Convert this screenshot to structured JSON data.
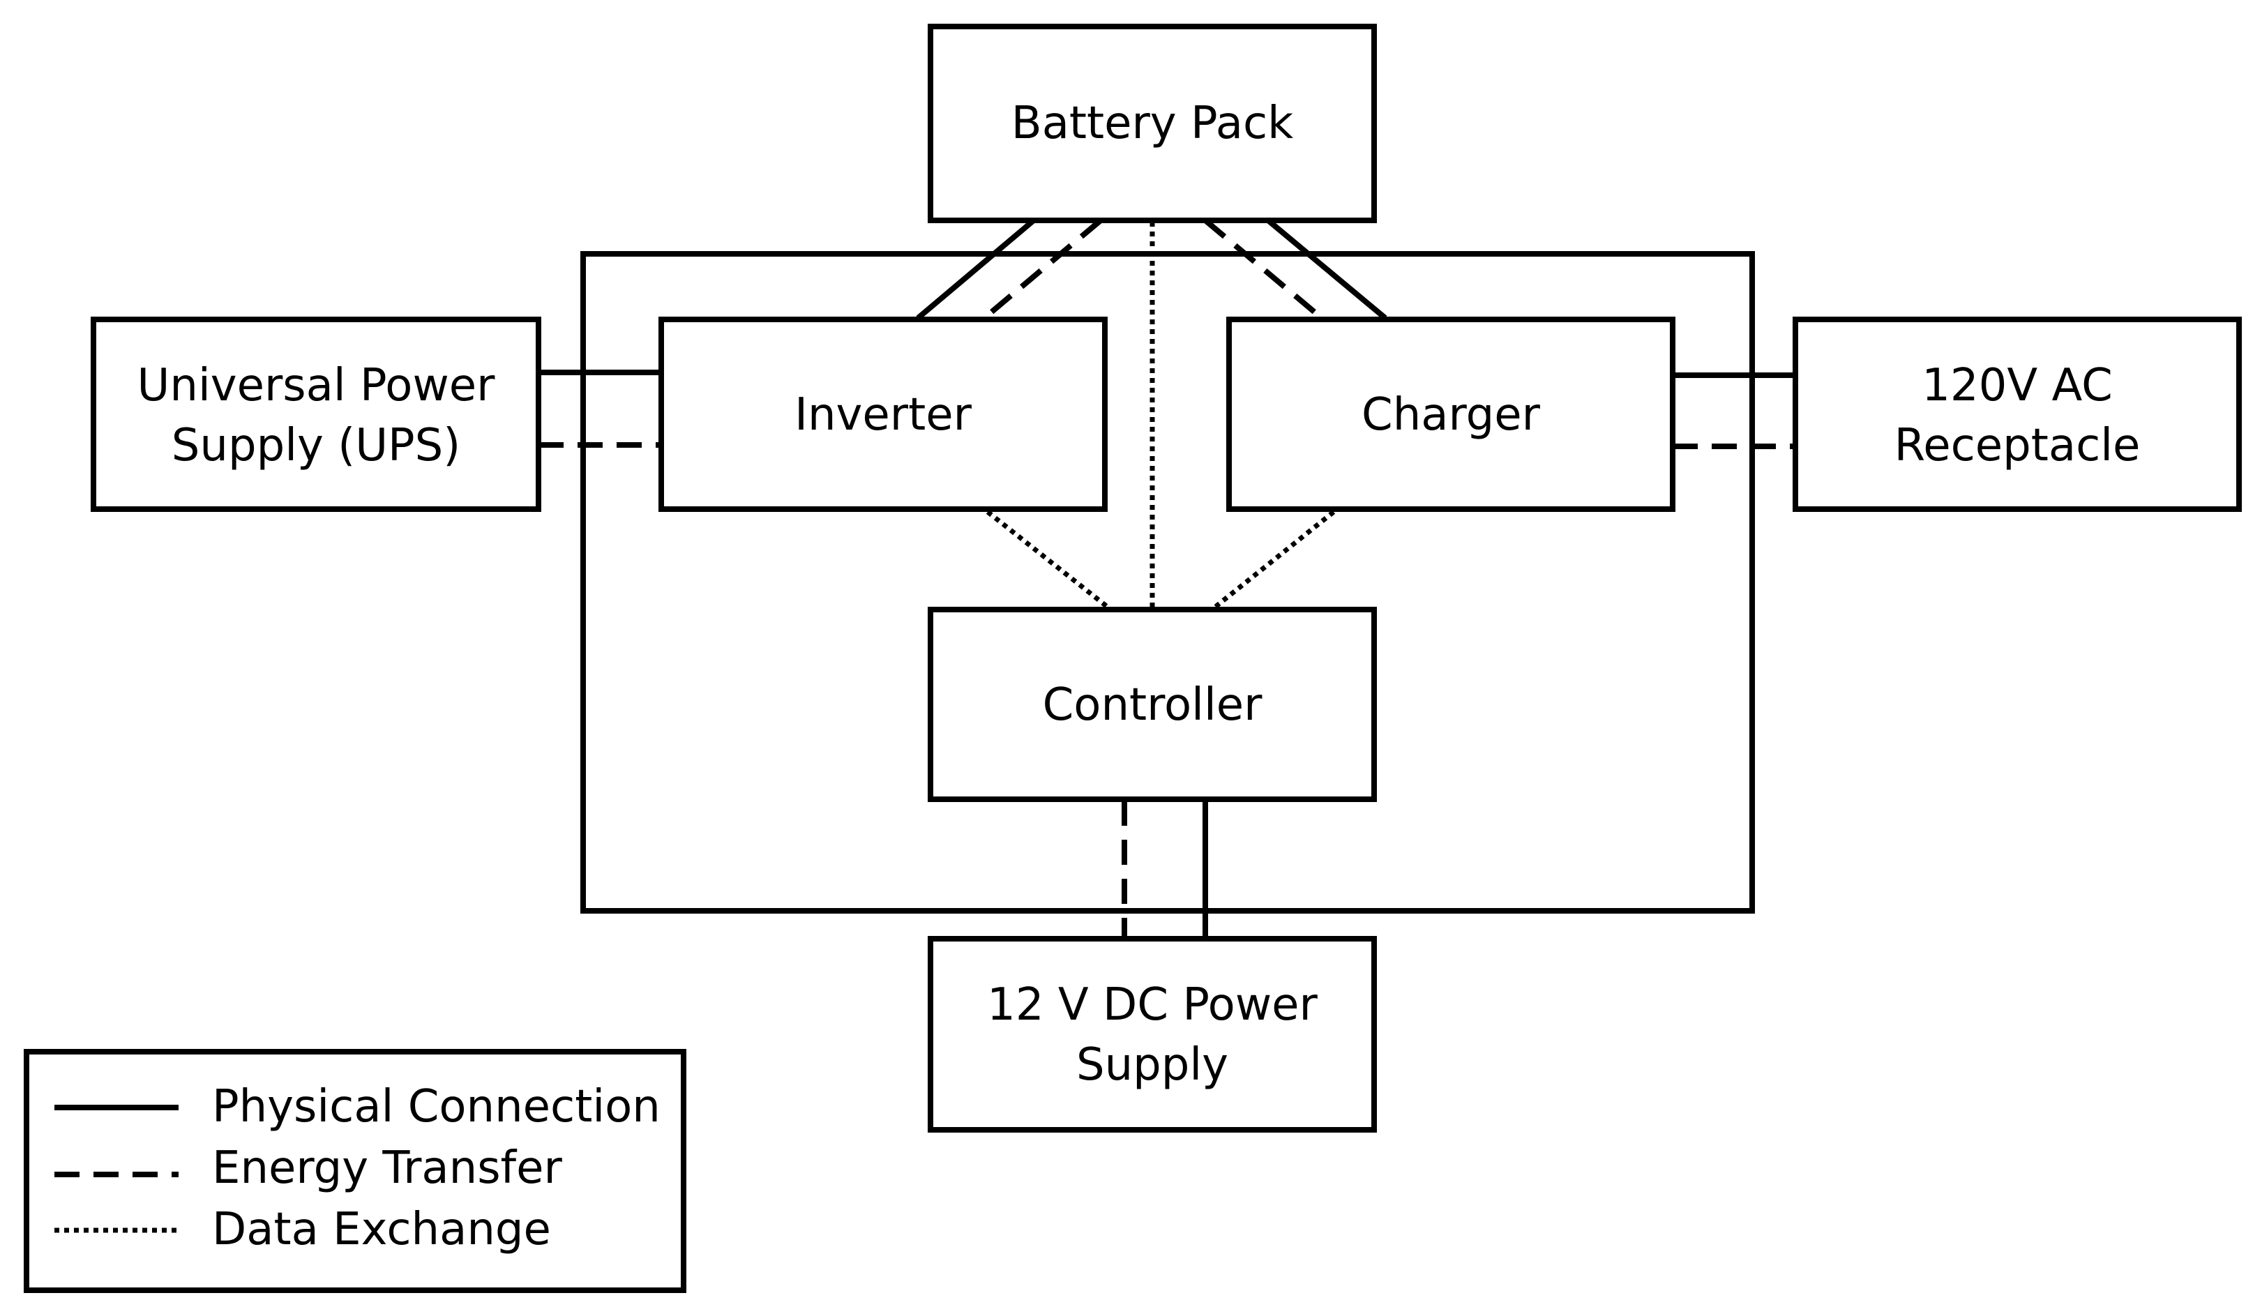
{
  "nodes": {
    "battery_pack": "Battery Pack",
    "ups_line1": "Universal Power",
    "ups_line2": "Supply (UPS)",
    "inverter": "Inverter",
    "charger": "Charger",
    "receptacle_line1": "120V AC",
    "receptacle_line2": "Receptacle",
    "controller": "Controller",
    "dc_supply_line1": "12 V DC Power",
    "dc_supply_line2": "Supply"
  },
  "legend": {
    "physical": "Physical Connection",
    "energy": "Energy Transfer",
    "data": "Data Exchange"
  }
}
